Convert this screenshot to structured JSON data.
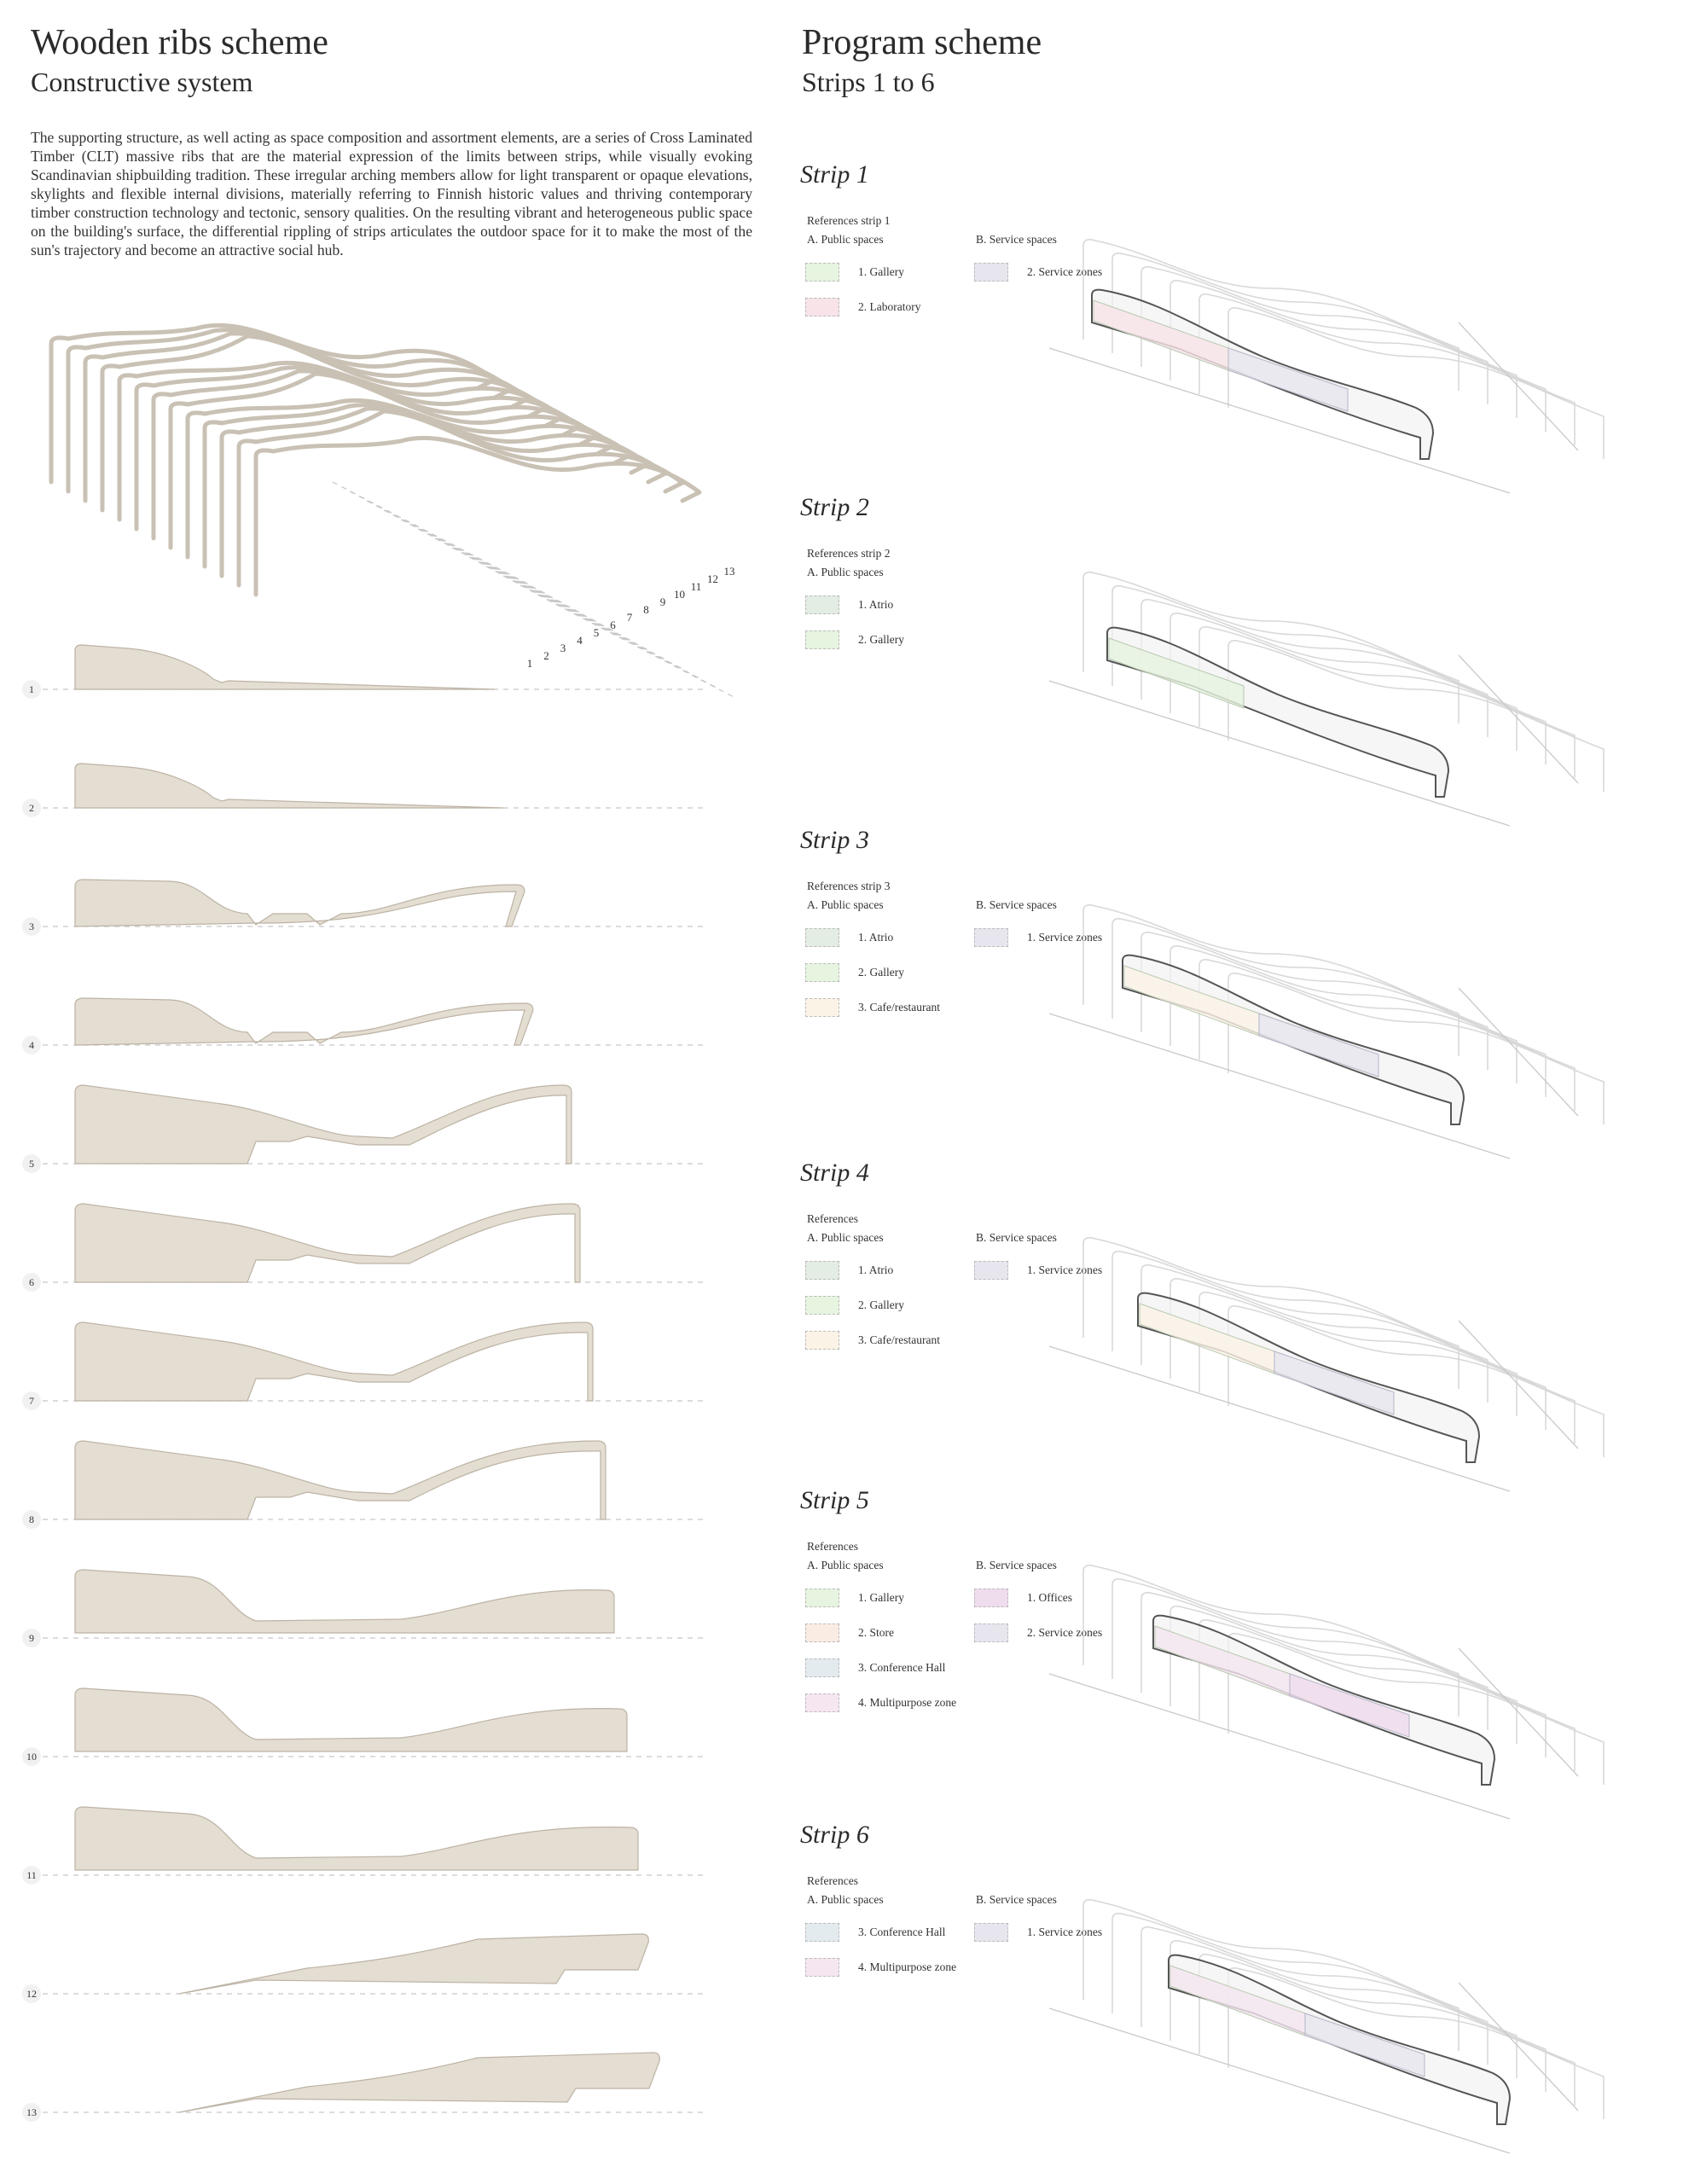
{
  "left": {
    "title": "Wooden ribs scheme",
    "subtitle": "Constructive system",
    "paragraph": "The supporting structure, as well acting as space composition and assortment elements, are a series of Cross Laminated Timber (CLT) massive ribs that are the material expression of the limits between strips, while visually evoking Scandinavian shipbuilding tradition. These irregular arching members allow for light transparent or opaque elevations, skylights and flexible internal divisions, materially referring to Finnish historic values and thriving contemporary timber construction technology and tectonic, sensory qualities. On the resulting vibrant and heterogeneous public space on the building's surface, the differential rippling of strips articulates the outdoor space for it to make the most of the sun's trajectory and become an attractive social hub.",
    "axo_numbers": [
      "1",
      "2",
      "3",
      "4",
      "5",
      "6",
      "7",
      "8",
      "9",
      "10",
      "11",
      "12",
      "13"
    ],
    "section_numbers": [
      "1",
      "2",
      "3",
      "4",
      "5",
      "6",
      "7",
      "8",
      "9",
      "10",
      "11",
      "12",
      "13"
    ]
  },
  "right": {
    "title": "Program scheme",
    "subtitle": "Strips 1 to 6",
    "strips": [
      {
        "title": "Strip 1",
        "ref_heading": "References strip 1",
        "group_a": "A. Public spaces",
        "group_b": "B. Service spaces",
        "items_a": [
          {
            "label": "1. Gallery",
            "color": "#e6f4e0"
          },
          {
            "label": "2. Laboratory",
            "color": "#f7e3e8"
          }
        ],
        "items_b": [
          {
            "label": "2. Service zones",
            "color": "#e7e6ef"
          }
        ]
      },
      {
        "title": "Strip 2",
        "ref_heading": "References strip 2",
        "group_a": "A. Public spaces",
        "group_b": "",
        "items_a": [
          {
            "label": "1. Atrio",
            "color": "#e3ede3"
          },
          {
            "label": "2. Gallery",
            "color": "#e6f4e0"
          }
        ],
        "items_b": []
      },
      {
        "title": "Strip 3",
        "ref_heading": "References strip 3",
        "group_a": "A. Public spaces",
        "group_b": "B. Service spaces",
        "items_a": [
          {
            "label": "1. Atrio",
            "color": "#e3ede3"
          },
          {
            "label": "2. Gallery",
            "color": "#e6f4e0"
          },
          {
            "label": "3. Cafe/restaurant",
            "color": "#fbf3e6"
          }
        ],
        "items_b": [
          {
            "label": "1. Service zones",
            "color": "#e7e6ef"
          }
        ]
      },
      {
        "title": "Strip 4",
        "ref_heading": "References",
        "group_a": "A. Public spaces",
        "group_b": "B. Service spaces",
        "items_a": [
          {
            "label": "1. Atrio",
            "color": "#e3ede3"
          },
          {
            "label": "2. Gallery",
            "color": "#e6f4e0"
          },
          {
            "label": "3. Cafe/restaurant",
            "color": "#fbf3e6"
          }
        ],
        "items_b": [
          {
            "label": "1. Service zones",
            "color": "#e7e6ef"
          }
        ]
      },
      {
        "title": "Strip 5",
        "ref_heading": "References",
        "group_a": "A. Public spaces",
        "group_b": "B. Service spaces",
        "items_a": [
          {
            "label": "1. Gallery",
            "color": "#e6f4e0"
          },
          {
            "label": "2. Store",
            "color": "#fbece3"
          },
          {
            "label": "3. Conference Hall",
            "color": "#e3ebef"
          },
          {
            "label": "4. Multipurpose zone",
            "color": "#f5e6f0"
          }
        ],
        "items_b": [
          {
            "label": "1. Offices",
            "color": "#efdcec"
          },
          {
            "label": "2. Service zones",
            "color": "#e7e6ef"
          }
        ]
      },
      {
        "title": "Strip 6",
        "ref_heading": "References",
        "group_a": "A. Public spaces",
        "group_b": "B. Service spaces",
        "items_a": [
          {
            "label": "3. Conference Hall",
            "color": "#e3ebef"
          },
          {
            "label": "4. Multipurpose zone",
            "color": "#f5e6f0"
          }
        ],
        "items_b": [
          {
            "label": "1. Service zones",
            "color": "#e7e6ef"
          }
        ]
      }
    ]
  }
}
